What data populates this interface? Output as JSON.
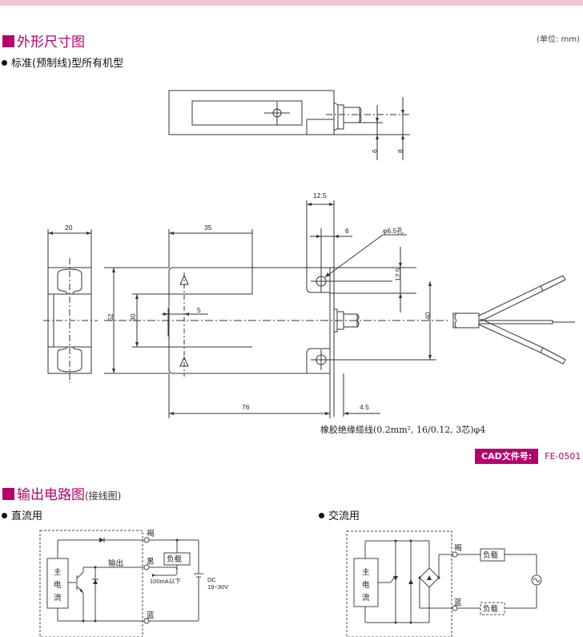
{
  "header": {
    "section1_title": "外形尺寸图",
    "unit_note": "(单位: mm)",
    "subtitle1": "标准(预制线)型所有机型"
  },
  "dimensions": {
    "top_view": [
      "6",
      "8"
    ],
    "side_width": "20",
    "body_height": "52",
    "slot_height": "30",
    "offset_5": "5",
    "top_35": "35",
    "mount_12_5_h": "12.5",
    "mount_6": "6",
    "hole": "φ6.5孔",
    "mount_12_5_v": "12.5",
    "pitch_40": "40",
    "length_76": "76",
    "flange_4_5": "4.5"
  },
  "cable_note": "橡胶绝缘缆线(0.2mm², 16/0.12, 3芯)φ4",
  "cad": {
    "label": "CAD文件号:",
    "value": "FE-0501"
  },
  "section2": {
    "title": "输出电路图",
    "subtitle": "(接线图)",
    "dc_label": "直流用",
    "ac_label": "交流用"
  },
  "dc_circuit": {
    "main_circuit": [
      "主",
      "电",
      "流"
    ],
    "output": "输出",
    "brown": "褐",
    "black": "黑",
    "blue": "蓝",
    "load": "负载",
    "current": "100mA以下",
    "supply_1": "DC",
    "supply_2": "19~30V"
  },
  "ac_circuit": {
    "main_circuit": [
      "主",
      "电",
      "流"
    ],
    "brown": "褐",
    "blue": "蓝",
    "load_1": "负载",
    "load_2": "负载"
  },
  "colors": {
    "accent": "#b5006e",
    "top_bar": "#ecc4d6"
  }
}
